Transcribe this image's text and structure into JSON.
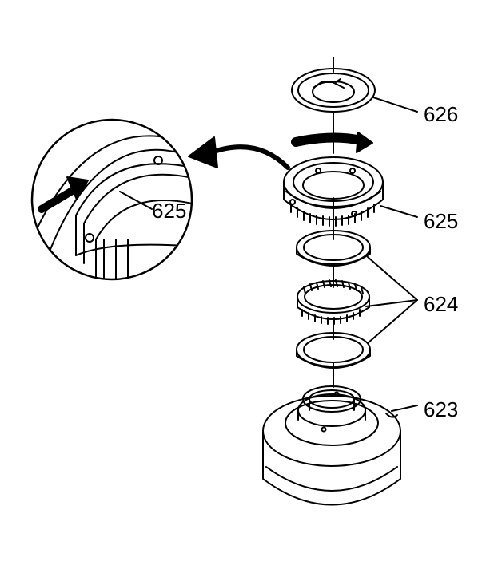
{
  "diagram": {
    "callouts": {
      "c626": "626",
      "c625": "625",
      "c624": "624",
      "c623": "623",
      "detail625": "625"
    }
  }
}
